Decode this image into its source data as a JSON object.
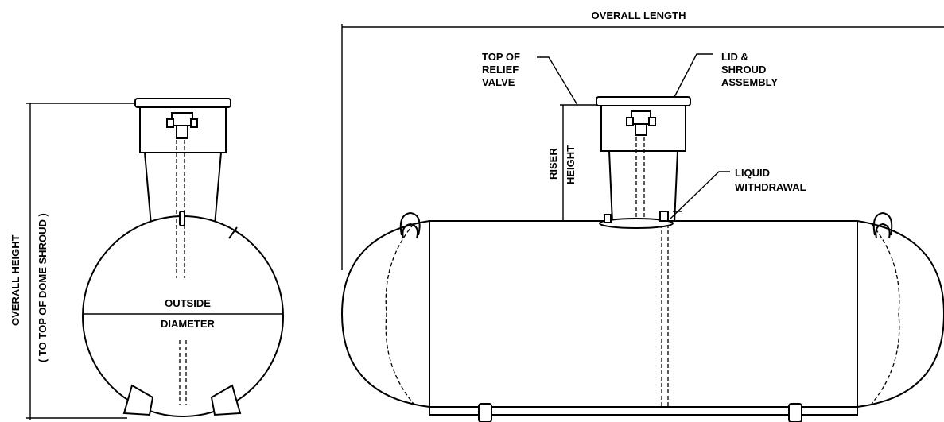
{
  "labels": {
    "overall_height": "OVERALL HEIGHT",
    "overall_height_note": "( TO TOP OF DOME SHROUD )",
    "outside": "OUTSIDE",
    "diameter": "DIAMETER",
    "overall_length": "OVERALL LENGTH",
    "top_of_relief_valve": [
      "TOP OF",
      "RELIEF",
      "VALVE"
    ],
    "lid_shroud_assembly": [
      "LID &",
      "SHROUD",
      "ASSEMBLY"
    ],
    "riser_height": [
      "RISER",
      "HEIGHT"
    ],
    "liquid_withdrawal": [
      "LIQUID",
      "WITHDRAWAL"
    ]
  }
}
